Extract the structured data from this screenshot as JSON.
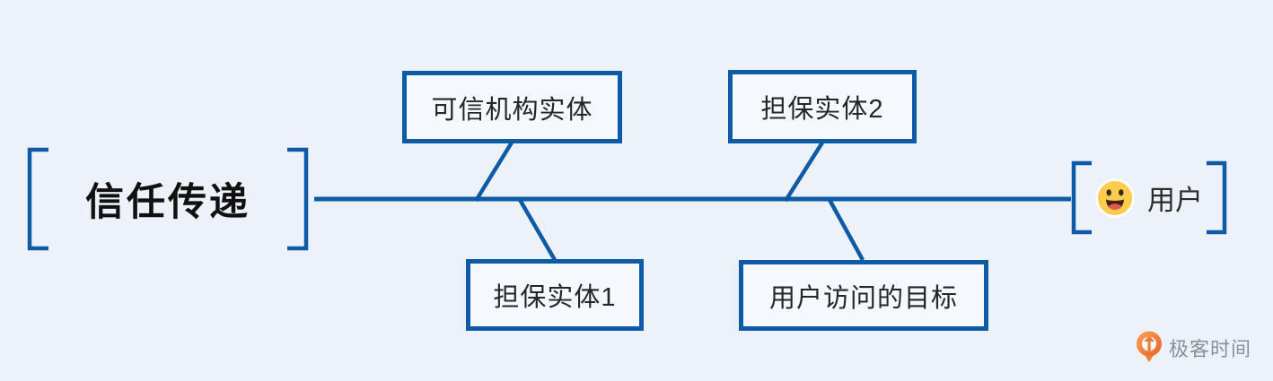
{
  "page": {
    "background": "#edf1f9"
  },
  "colors": {
    "line_blue": "#0d5ba7",
    "box_fill": "#f5f8fd",
    "title_black": "#111111",
    "node_text": "#262626",
    "emoji_yellow": "#ffcb4c",
    "emoji_mouth": "#40241a",
    "emoji_tongue": "#e25950",
    "logo_orange": "#ee7a30",
    "logo_text_gray": "#8b8f96"
  },
  "diagram": {
    "title": "信任传递",
    "nodes": [
      {
        "label": "可信机构实体",
        "position": "top-left"
      },
      {
        "label": "担保实体2",
        "position": "top-right"
      },
      {
        "label": "担保实体1",
        "position": "bottom-left"
      },
      {
        "label": "用户访问的目标",
        "position": "bottom-right"
      }
    ],
    "end": {
      "label": "用户",
      "icon": "smiley-emoji"
    }
  },
  "branding": {
    "logo_text": "极客时间",
    "logo_icon": "geektime-pin-arrow"
  }
}
